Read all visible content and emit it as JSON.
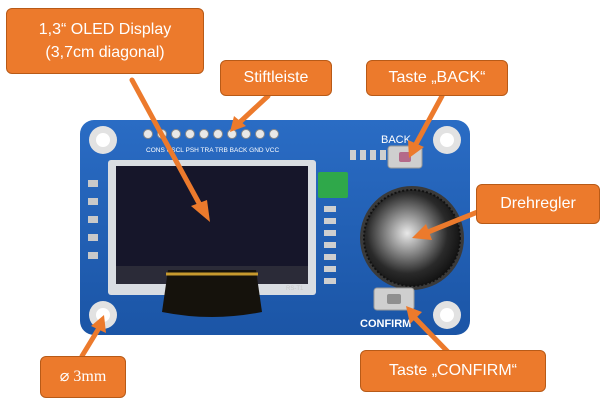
{
  "callouts": {
    "oled": {
      "line1": "1,3“ OLED Display",
      "line2": "(3,7cm diagonal)"
    },
    "header": {
      "label": "Stiftleiste"
    },
    "back": {
      "label": "Taste „BACK“"
    },
    "knob": {
      "label": "Drehregler"
    },
    "confirm": {
      "label": "Taste „CONFIRM“"
    },
    "hole": {
      "label": "⌀ 3mm"
    }
  },
  "board": {
    "pin_labels": "CONS CSCL PSH TRA TRB BACK GND VCC",
    "back_silk": "BACK",
    "confirm_silk": "CONFIRM",
    "display_silk": "RS-T1"
  },
  "colors": {
    "callout_fill": "#ec7a2c",
    "arrow": "#ec7a2c",
    "pcb": "#1f5fb8",
    "display": "#16162a"
  }
}
